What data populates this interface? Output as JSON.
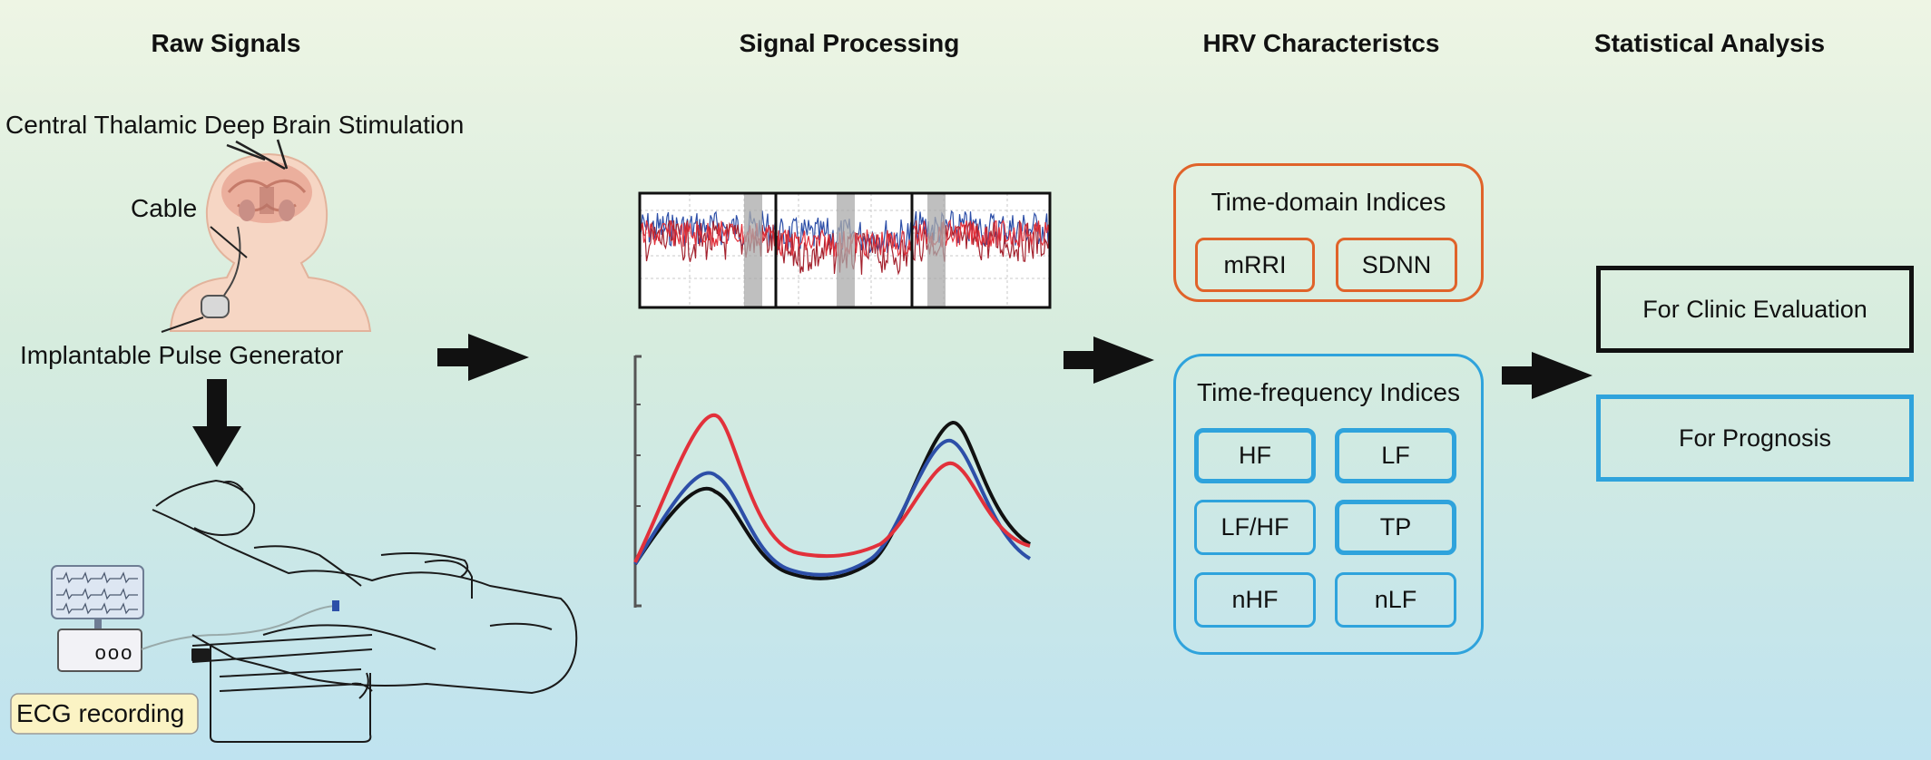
{
  "headers": {
    "raw": "Raw Signals",
    "processing": "Signal Processing",
    "hrv": "HRV Characteristcs",
    "stats": "Statistical Analysis"
  },
  "raw_signals": {
    "dbs_label": "Central Thalamic Deep Brain Stimulation",
    "cable_label": "Cable",
    "ipg_label": "Implantable Pulse Generator",
    "ecg_label": "ECG recording",
    "ecg_device_buttons": "ooo"
  },
  "time_domain": {
    "title": "Time-domain Indices",
    "items": [
      "mRRI",
      "SDNN"
    ]
  },
  "time_frequency": {
    "title": "Time-frequency Indices",
    "items": [
      "HF",
      "LF",
      "LF/HF",
      "TP",
      "nHF",
      "nLF"
    ]
  },
  "analysis": {
    "clinic": "For Clinic Evaluation",
    "prognosis": "For Prognosis"
  },
  "colors": {
    "time_domain": "#e0632a",
    "time_frequency": "#2fa3dc",
    "arrow": "#111111",
    "series_red": "#e2313b",
    "series_blue": "#2d4fa8",
    "series_black": "#111111"
  }
}
